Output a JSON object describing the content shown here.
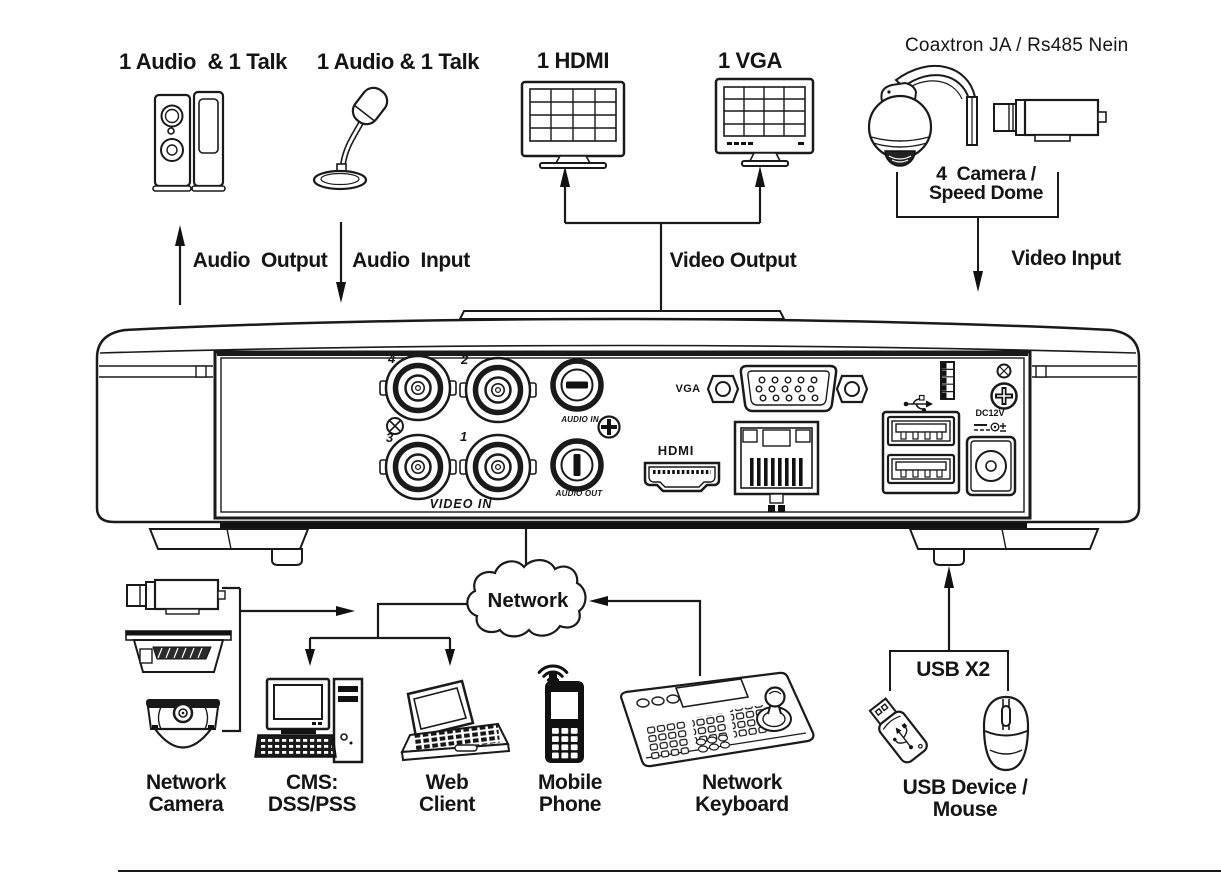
{
  "annotation": "Coaxtron JA / Rs485 Nein",
  "top": {
    "speaker_title": "1 Audio  & 1 Talk",
    "mic_title": "1 Audio & 1 Talk",
    "hdmi_title": "1 HDMI",
    "vga_title": "1 VGA",
    "audio_output": "Audio  Output",
    "audio_input": "Audio  Input",
    "video_output": "Video Output",
    "video_input": "Video Input",
    "camera_line1": "4  Camera /",
    "camera_line2": "Speed Dome"
  },
  "panel": {
    "bnc_labels": [
      "4",
      "2",
      "3",
      "1"
    ],
    "video_in": "VIDEO IN",
    "audio_in": "AUDIO IN",
    "audio_out": "AUDIO OUT",
    "vga": "VGA",
    "hdmi_logo": "HDMI",
    "dc_label": "DC12V"
  },
  "network": {
    "cloud": "Network",
    "usb_bracket": "USB X2",
    "devices": [
      {
        "line1": "Network",
        "line2": "Camera"
      },
      {
        "line1": "CMS:",
        "line2": "DSS/PSS"
      },
      {
        "line1": "Web",
        "line2": "Client"
      },
      {
        "line1": "Mobile",
        "line2": "Phone"
      },
      {
        "line1": "Network",
        "line2": "Keyboard"
      },
      {
        "line1": "USB Device /",
        "line2": "Mouse"
      }
    ]
  },
  "colors": {
    "line": "#1a1a1a",
    "background": "#ffffff"
  }
}
